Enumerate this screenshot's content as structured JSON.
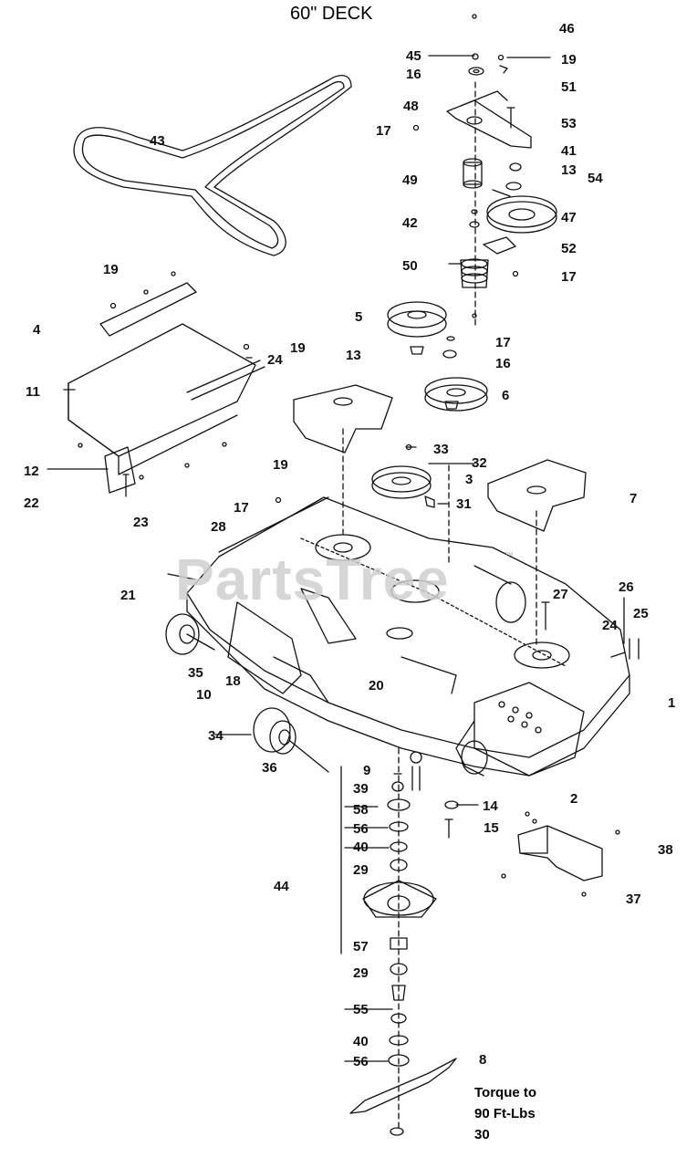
{
  "title": "60\" DECK",
  "watermark": "PartsTree",
  "watermark_tm": "™",
  "torque_note": [
    "Torque to",
    "90 Ft-Lbs",
    "30"
  ],
  "callouts": [
    "46",
    "45",
    "19",
    "16",
    "51",
    "48",
    "53",
    "17",
    "41",
    "13",
    "54",
    "49",
    "47",
    "42",
    "52",
    "50",
    "17",
    "43",
    "19",
    "5",
    "4",
    "19",
    "24",
    "17",
    "13",
    "16",
    "11",
    "6",
    "33",
    "32",
    "19",
    "3",
    "12",
    "31",
    "22",
    "7",
    "17",
    "23",
    "28",
    "21",
    "27",
    "26",
    "24",
    "25",
    "35",
    "18",
    "10",
    "20",
    "1",
    "34",
    "36",
    "9",
    "39",
    "14",
    "2",
    "58",
    "56",
    "15",
    "40",
    "38",
    "29",
    "44",
    "37",
    "57",
    "29",
    "55",
    "40",
    "56",
    "8"
  ],
  "colors": {
    "line": "#111111",
    "paper": "#ffffff",
    "watermark": "#cfcfcf"
  }
}
